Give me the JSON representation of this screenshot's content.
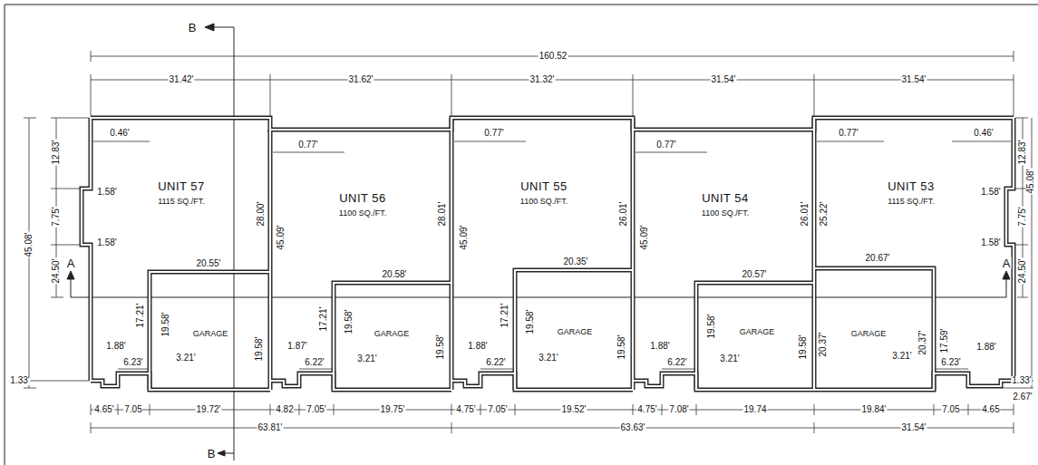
{
  "diagram": {
    "nodes": [
      {
        "text": [
          "UNIT 57",
          "1115 SQ./FT."
        ]
      },
      {
        "text": [
          "GARAGE"
        ],
        "in": 0
      },
      {
        "text": [
          "UNIT 56",
          "1100 SQ./FT."
        ]
      },
      {
        "text": [
          "GARAGE"
        ],
        "in": 2
      },
      {
        "text": [
          "UNIT 55",
          "1100 SQ./FT."
        ]
      },
      {
        "text": [
          "GARAGE"
        ],
        "in": 4
      },
      {
        "text": [
          "UNIT 54",
          "1100 SQ./FT."
        ]
      },
      {
        "text": [
          "GARAGE"
        ],
        "in": 6
      },
      {
        "text": [
          "UNIT 53",
          "1115 SQ./FT."
        ]
      },
      {
        "text": [
          "GARAGE"
        ],
        "in": 8
      }
    ],
    "labels": [
      "160.52",
      "31.42'",
      "31.62'",
      "31.32'",
      "31.54'",
      "31.54'",
      "B",
      "12.83'",
      "7.75'",
      "45.08'",
      "24.50'",
      "1.33'",
      "0.46'",
      "1.58'",
      "1.58'",
      "20.55'",
      "17.21'",
      "19.58'",
      "1.88'",
      "6.23'",
      "3.21'",
      "A",
      "28.00'",
      "45.09'",
      "19.58'",
      "0.77'",
      "20.58'",
      "17.21'",
      "19.58'",
      "1.87'",
      "6.22'",
      "3.21'",
      "28.01'",
      "45.09'",
      "19.58'",
      "0.77'",
      "20.35'",
      "17.21'",
      "19.58'",
      "1.88'",
      "6.22'",
      "3.21'",
      "26.01'",
      "45.09'",
      "19.58'",
      "0.77'",
      "20.57'",
      "19.58'",
      "1.88'",
      "6.22'",
      "3.21'",
      "26.01'",
      "25.22'",
      "19.58'",
      "20.37'",
      "0.77'",
      "0.46'",
      "1.58'",
      "1.58'",
      "20.67'",
      "20.37'",
      "17.59'",
      "3.21'",
      "1.88'",
      "6.23'",
      "A",
      "12.83'",
      "7.75'",
      "45.08'",
      "24.50'",
      "1.33'",
      "2.67'",
      "4.65'",
      "7.05",
      "19.72'",
      "4.82",
      "7.05'",
      "19.75'",
      "4.75'",
      "7.05'",
      "19.52'",
      "4.75'",
      "7.08'",
      "19.74",
      "19.84'",
      "7.05",
      "4.65",
      "63.81'",
      "63.63'",
      "31.54'",
      "B"
    ]
  }
}
